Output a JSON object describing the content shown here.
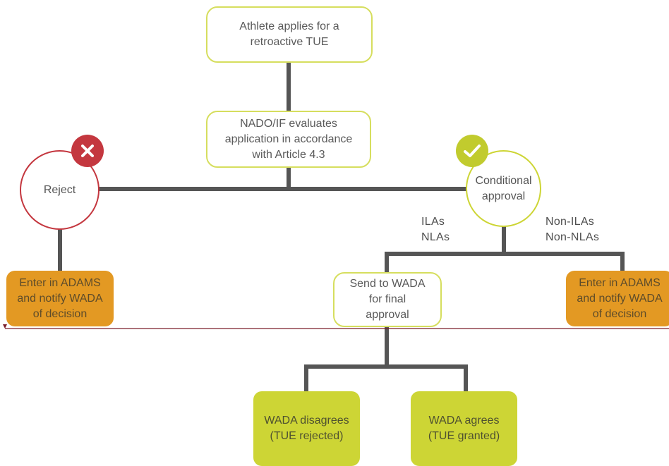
{
  "nodes": {
    "apply": "Athlete applies for a\nretroactive TUE",
    "evaluate": "NADO/IF evaluates\napplication in accordance\nwith Article 4.3",
    "reject": "Reject",
    "conditional": "Conditional\napproval",
    "enter_left": "Enter in ADAMS\nand notify WADA\nof decision",
    "send_wada": "Send to WADA\nfor final\napproval",
    "enter_right": "Enter in ADAMS\nand notify WADA\nof decision",
    "disagrees": "WADA disagrees\n(TUE rejected)",
    "agrees": "WADA agrees\n(TUE granted)"
  },
  "branch_labels": {
    "ilas": "ILAs\nNLAs",
    "non_ilas": "Non-ILAs\nNon-NLAs"
  },
  "icons": {
    "reject_badge": "close-icon",
    "approve_badge": "check-icon"
  },
  "colors": {
    "connector": "#555555",
    "outline": "#d6de5e",
    "orange": "#e39923",
    "lime": "#cdd535",
    "red": "#c4373f",
    "rule": "#7a1f2a"
  }
}
